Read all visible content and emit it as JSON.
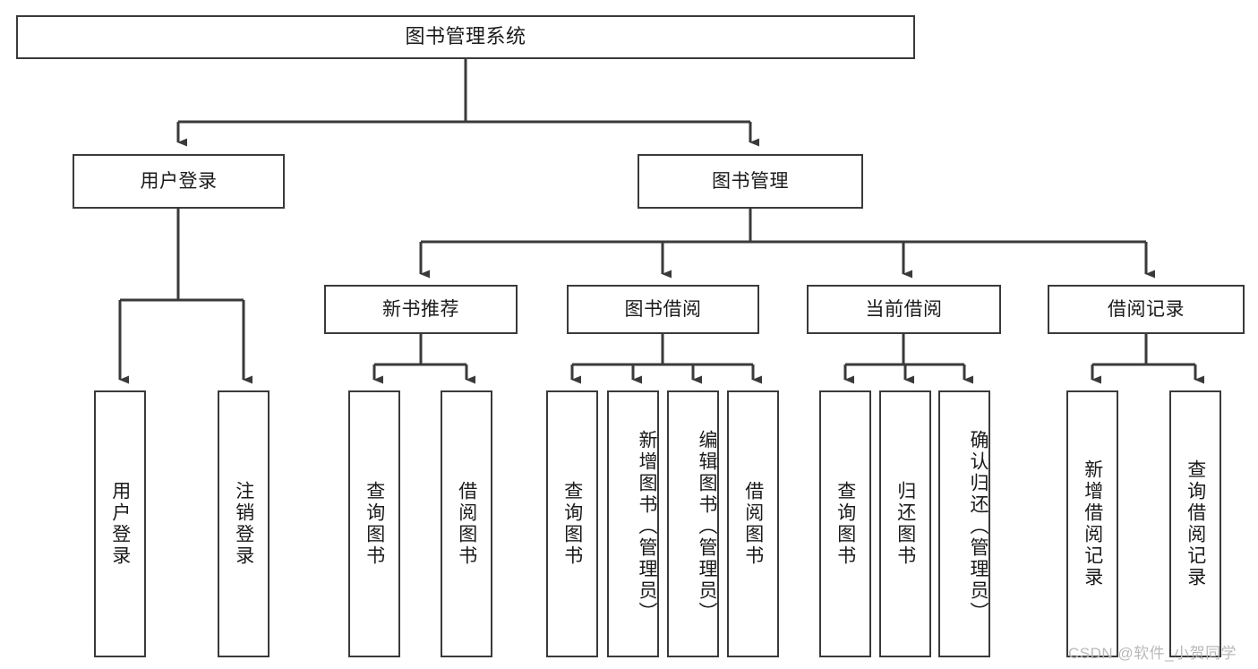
{
  "diagram": {
    "title": "图书管理系统",
    "type": "hierarchy-tree",
    "background_color": "#ffffff",
    "line_color": "#3a3a3a",
    "text_color": "#1a1a1a",
    "root": {
      "label": "图书管理系统"
    },
    "level1": [
      {
        "label": "用户登录"
      },
      {
        "label": "图书管理"
      }
    ],
    "level2": [
      {
        "label": "新书推荐"
      },
      {
        "label": "图书借阅"
      },
      {
        "label": "当前借阅"
      },
      {
        "label": "借阅记录"
      }
    ],
    "leaves": {
      "user_login": [
        {
          "label": "用户登录"
        },
        {
          "label": "注销登录"
        }
      ],
      "new_book_recommend": [
        {
          "label": "查询图书"
        },
        {
          "label": "借阅图书"
        }
      ],
      "book_borrow": [
        {
          "label": "查询图书"
        },
        {
          "label": "新增图书（管理员）"
        },
        {
          "label": "编辑图书（管理员）"
        },
        {
          "label": "借阅图书"
        }
      ],
      "current_borrow": [
        {
          "label": "查询图书"
        },
        {
          "label": "归还图书"
        },
        {
          "label": "确认归还（管理员）"
        }
      ],
      "borrow_record": [
        {
          "label": "新增借阅记录"
        },
        {
          "label": "查询借阅记录"
        }
      ]
    }
  },
  "watermark": {
    "text": "CSDN @软件_小贺同学"
  }
}
